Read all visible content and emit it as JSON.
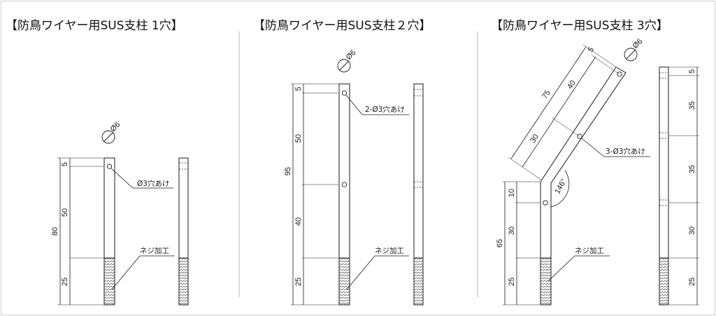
{
  "panels": [
    {
      "title": "【防鳥ワイヤー用SUS支柱 1穴】",
      "hole_callout": "Ø3穴あけ",
      "thread_callout": "ネジ加工",
      "diameter": "Ø6",
      "dims": {
        "top": "5",
        "upper": "50",
        "thread": "25",
        "total": "80"
      }
    },
    {
      "title": "【防鳥ワイヤー用SUS支柱２穴】",
      "hole_callout": "2-Ø3穴あけ",
      "thread_callout": "ネジ加工",
      "diameter": "Ø6",
      "dims": {
        "top": "5",
        "upper": "50",
        "mid": "40",
        "thread": "25",
        "total": "95"
      }
    },
    {
      "title": "【防鳥ワイヤー用SUS支柱 3穴】",
      "hole_callout": "3-Ø3穴あけ",
      "thread_callout": "ネジ加工",
      "diameter": "Ø6",
      "angle": "146°",
      "dims": {
        "incl_top": "5",
        "incl_mid": "40",
        "incl_low": "30",
        "incl_total": "75",
        "low_10": "10",
        "low_30": "30",
        "thread": "25",
        "low_total": "65",
        "side_5": "5",
        "side_35a": "35",
        "side_35b": "35",
        "side_30": "30",
        "side_25": "25"
      }
    }
  ],
  "colors": {
    "line": "#1a1a1a",
    "thin": "#555555",
    "divider": "#bbbbbb",
    "border": "#cfcfcf"
  }
}
